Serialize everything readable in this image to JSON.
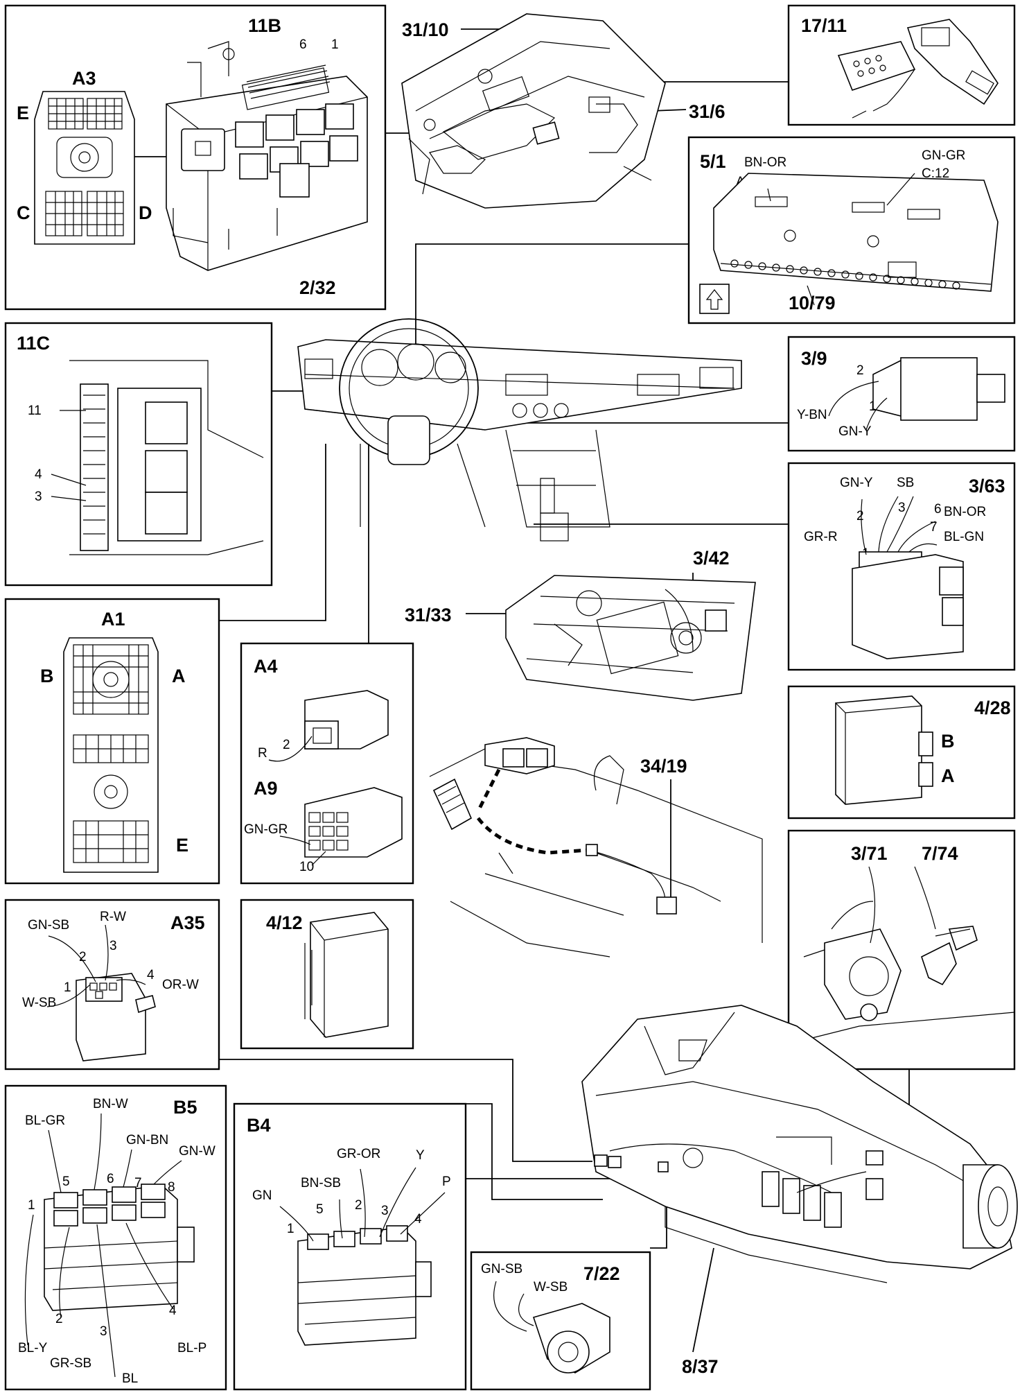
{
  "boxes": {
    "b11b": {
      "id": "11B",
      "sub": "A3",
      "labels": [
        "E",
        "C",
        "D",
        "6",
        "1",
        "2/32"
      ]
    },
    "b1711": {
      "id": "17/11"
    },
    "b51": {
      "id": "5/1",
      "labels": [
        "BN-OR",
        "A:6",
        "GN-GR",
        "C:12",
        "10/79"
      ]
    },
    "b11c": {
      "id": "11C",
      "labels": [
        "11",
        "4",
        "3"
      ]
    },
    "b39": {
      "id": "3/9",
      "labels": [
        "2",
        "1",
        "Y-BN",
        "GN-Y"
      ]
    },
    "b363": {
      "id": "3/63",
      "labels": [
        "GN-Y",
        "SB",
        "2",
        "3",
        "6",
        "BN-OR",
        "GR-R",
        "7",
        "BL-GN",
        "1"
      ]
    },
    "b428": {
      "id": "4/28",
      "labels": [
        "B",
        "A"
      ]
    },
    "ba1": {
      "id": "A1",
      "labels": [
        "B",
        "A",
        "E"
      ]
    },
    "ba4": {
      "id": "A4",
      "labels": [
        "R",
        "2"
      ]
    },
    "ba9": {
      "id": "A9",
      "labels": [
        "GN-GR",
        "10"
      ]
    },
    "b412": {
      "id": "4/12"
    },
    "ba35": {
      "id": "A35",
      "labels": [
        "GN-SB",
        "R-W",
        "3",
        "2",
        "1",
        "4",
        "OR-W",
        "W-SB"
      ]
    },
    "b371": {
      "id": "3/71",
      "id2": "7/74"
    },
    "bb5": {
      "id": "B5",
      "labels": [
        "BL-GR",
        "BN-W",
        "GN-BN",
        "GN-W",
        "5",
        "6",
        "7",
        "8",
        "1",
        "2",
        "3",
        "4",
        "BL-Y",
        "GR-SB",
        "BL",
        "BL-P"
      ]
    },
    "bb4": {
      "id": "B4",
      "labels": [
        "GR-OR",
        "Y",
        "BN-SB",
        "P",
        "GN",
        "5",
        "2",
        "3",
        "4",
        "1"
      ]
    },
    "b722": {
      "id": "7/22",
      "labels": [
        "GN-SB",
        "W-SB"
      ]
    }
  },
  "callouts": {
    "c3110": "31/10",
    "c316": "31/6",
    "c342": "3/42",
    "c3133": "31/33",
    "c3419": "34/19",
    "c837": "8/37"
  },
  "icons": {
    "up_arrow": "arrow-up-icon"
  }
}
